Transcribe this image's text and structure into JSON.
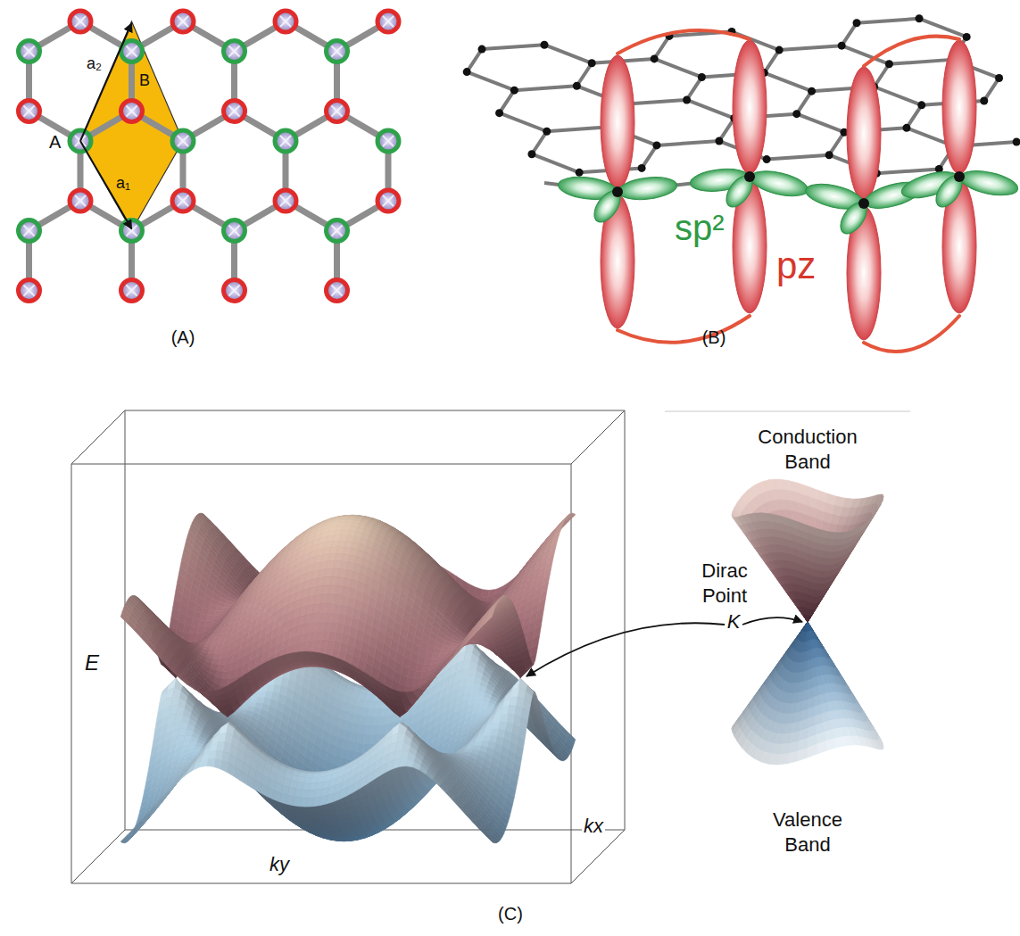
{
  "diagram": {
    "labels": [
      "a₂",
      "A",
      "B",
      "a₁",
      "(A)",
      "sp²",
      "pz",
      "(B)",
      "E",
      "ky",
      "kx",
      "Dirac Point",
      "K",
      "Conduction Band",
      "Valence Band",
      "(C)"
    ]
  }
}
